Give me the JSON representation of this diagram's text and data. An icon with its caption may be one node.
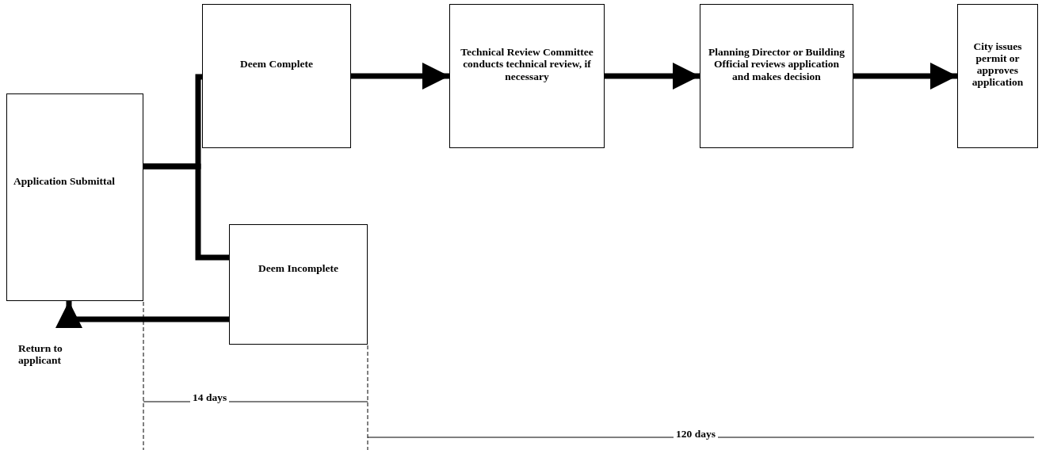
{
  "diagram": {
    "nodes": [
      {
        "text": [
          "Application Submittal"
        ]
      },
      {
        "text": [
          "Deem Complete"
        ]
      },
      {
        "text": [
          "Technical Review Committee conducts technical review, if necessary"
        ]
      },
      {
        "text": [
          "Planning Director or Building Official reviews application and makes decision"
        ]
      },
      {
        "text": [
          "City issues permit or approves application"
        ]
      },
      {
        "text": [
          "Deem Incomplete"
        ]
      }
    ],
    "edges": [
      {
        "from": 0,
        "to": 1,
        "arrow": "none"
      },
      {
        "from": 0,
        "to": 5,
        "arrow": "none"
      },
      {
        "from": 1,
        "to": 2,
        "arrow": "to"
      },
      {
        "from": 2,
        "to": 3,
        "arrow": "to"
      },
      {
        "from": 3,
        "to": 4,
        "arrow": "to"
      },
      {
        "from": 5,
        "to": 0,
        "arrow": "to"
      }
    ],
    "labels": [
      "Return to applicant",
      "14 days",
      "120 days"
    ]
  }
}
